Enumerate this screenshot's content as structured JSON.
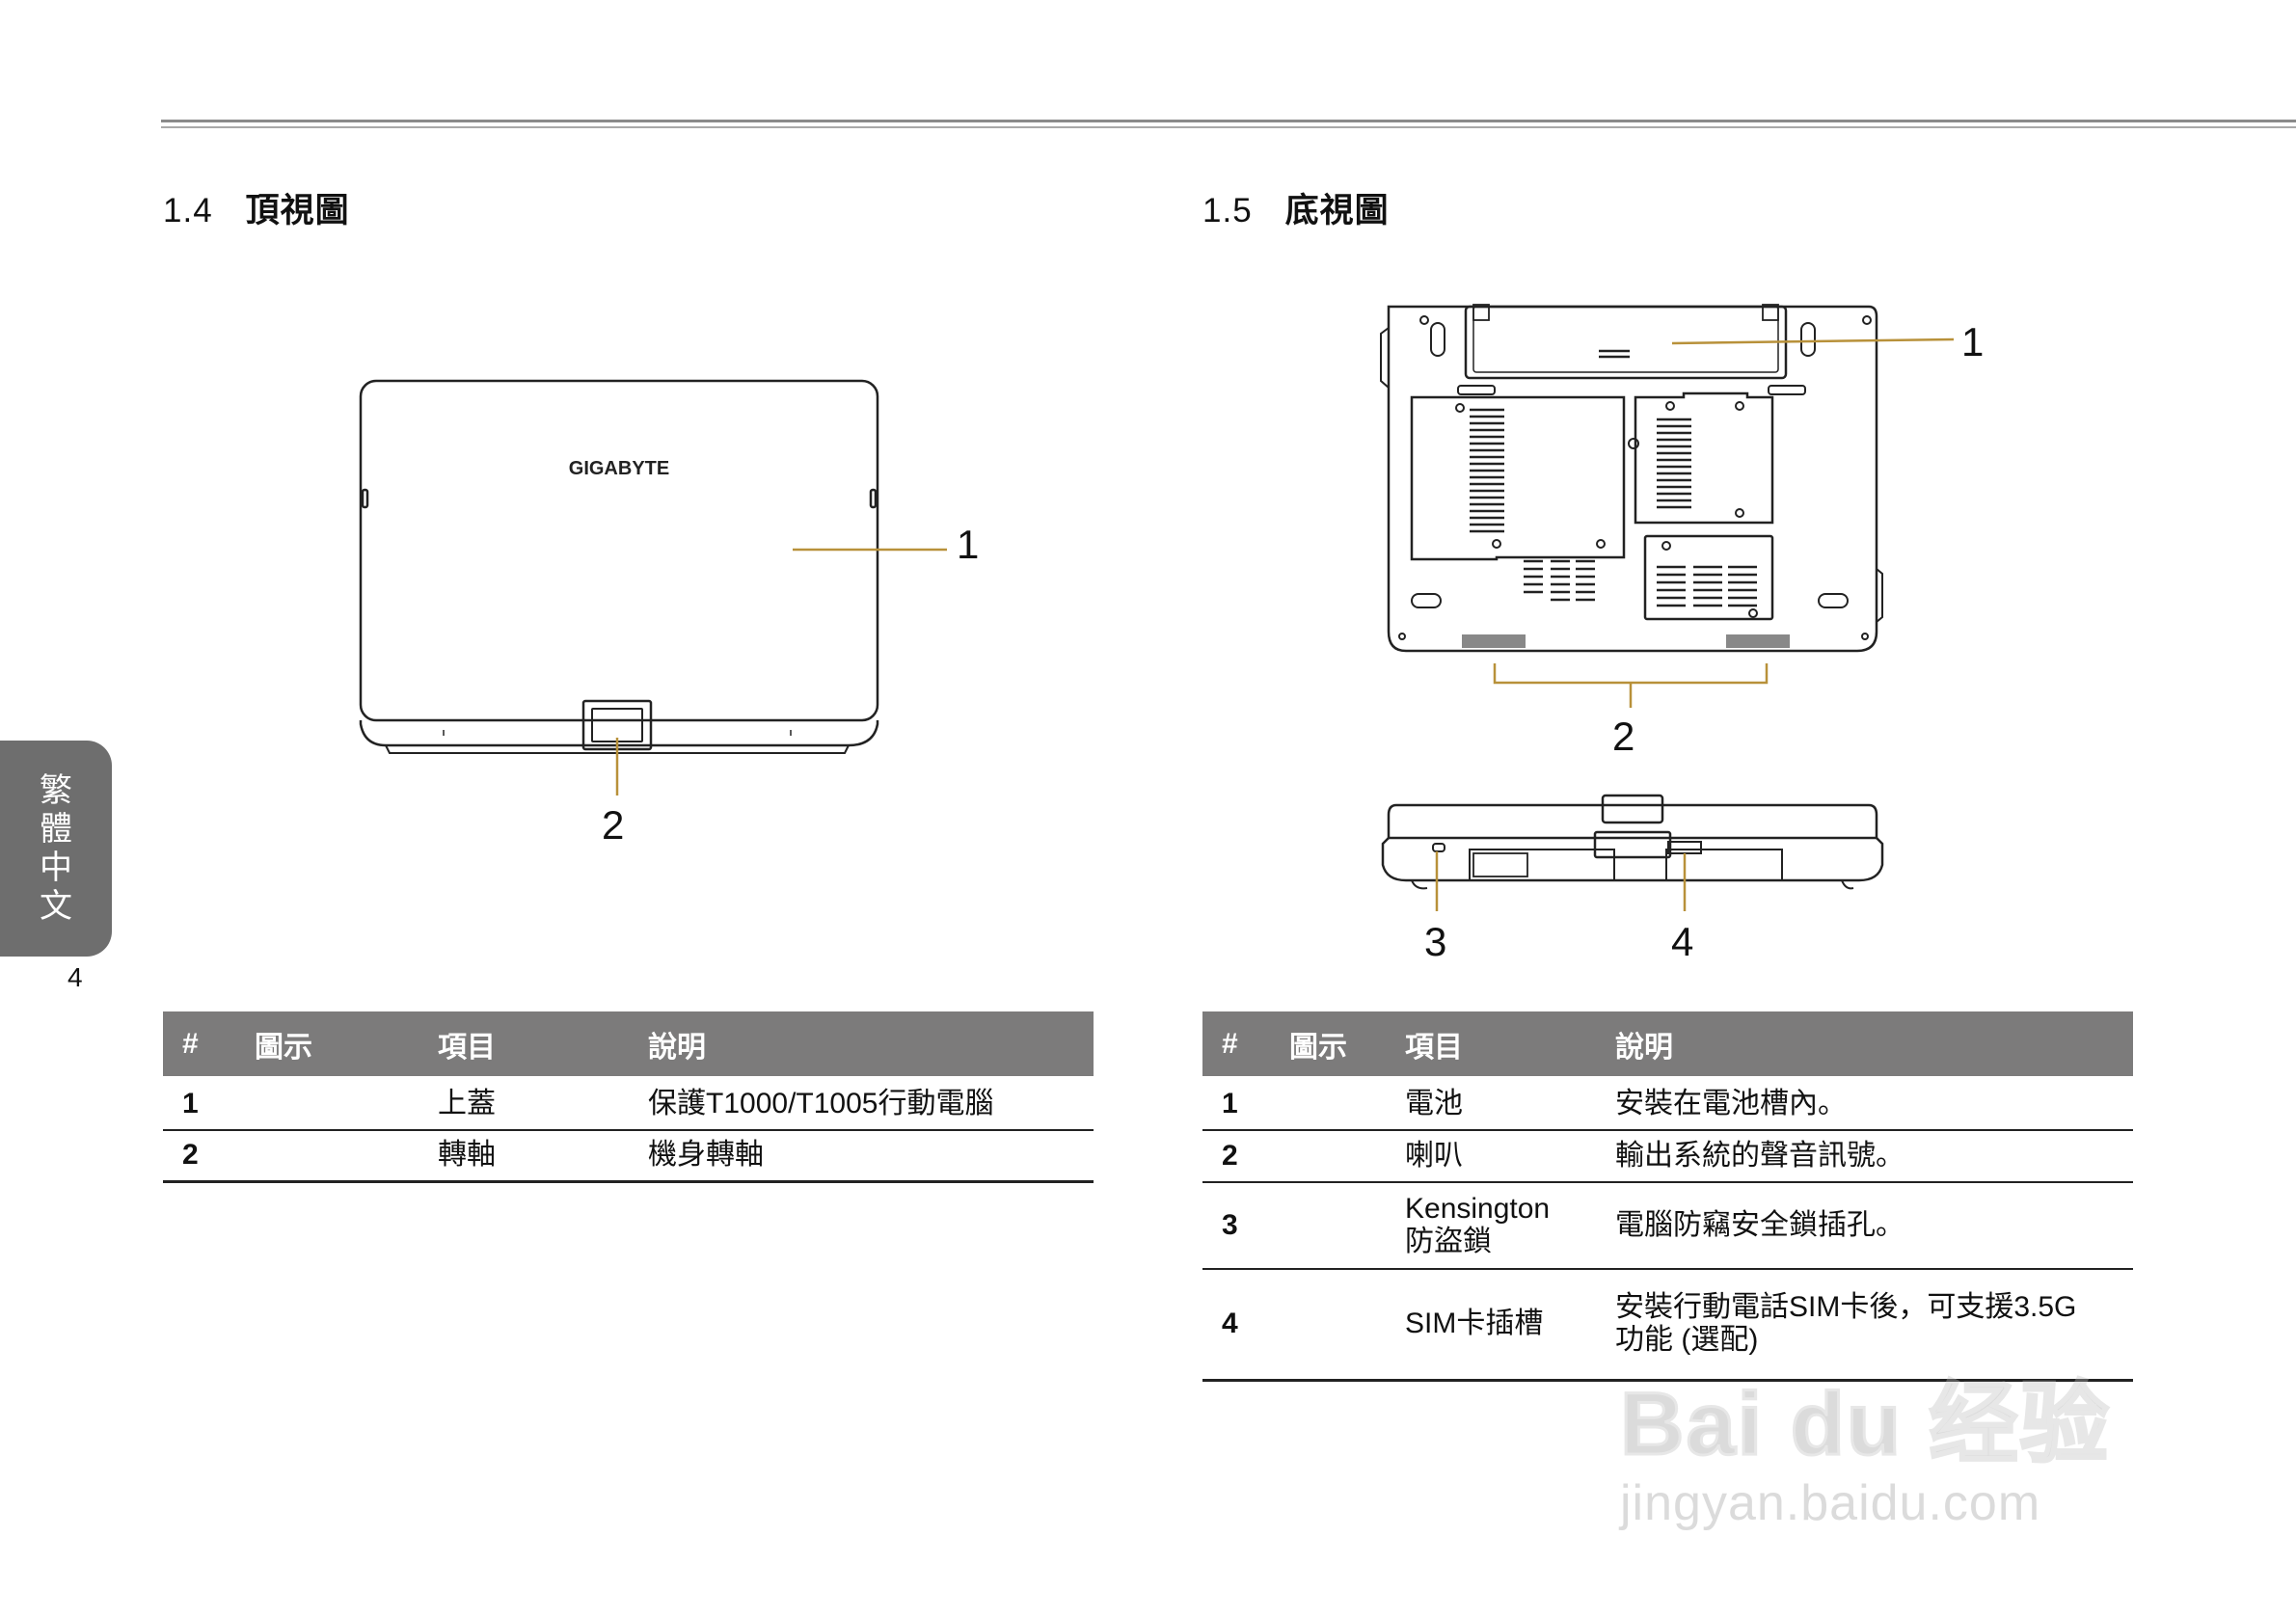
{
  "sections": {
    "top": {
      "number": "1.4",
      "title": "頂視圖"
    },
    "bottom": {
      "number": "1.5",
      "title": "底視圖"
    }
  },
  "side_tab": {
    "chars": [
      "繁",
      "體",
      "中",
      "文"
    ]
  },
  "page_number": "4",
  "figure_top": {
    "logo": "GIGABYTE",
    "callouts": [
      "1",
      "2"
    ]
  },
  "figure_bottom": {
    "callouts": [
      "1",
      "2",
      "3",
      "4"
    ]
  },
  "table_top": {
    "headers": [
      "#",
      "圖示",
      "項目",
      "說明"
    ],
    "rows": [
      {
        "num": "1",
        "icon": "",
        "item": "上蓋",
        "desc": "保護T1000/T1005行動電腦"
      },
      {
        "num": "2",
        "icon": "",
        "item": "轉軸",
        "desc": "機身轉軸"
      }
    ]
  },
  "table_bottom": {
    "headers": [
      "#",
      "圖示",
      "項目",
      "說明"
    ],
    "rows": [
      {
        "num": "1",
        "icon": "",
        "item_l1": "電池",
        "item_l2": "",
        "desc_l1": "安裝在電池槽內。",
        "desc_l2": ""
      },
      {
        "num": "2",
        "icon": "",
        "item_l1": "喇叭",
        "item_l2": "",
        "desc_l1": "輸出系統的聲音訊號。",
        "desc_l2": ""
      },
      {
        "num": "3",
        "icon": "",
        "item_l1": "Kensington",
        "item_l2": "防盜鎖",
        "desc_l1": "電腦防竊安全鎖插孔。",
        "desc_l2": ""
      },
      {
        "num": "4",
        "icon": "",
        "item_l1": "SIM卡插槽",
        "item_l2": "",
        "desc_l1": "安裝行動電話SIM卡後，可支援3.5G",
        "desc_l2": "功能 (選配)"
      }
    ]
  },
  "watermark": {
    "line1": "Bai du 经验",
    "line2": "jingyan.baidu.com"
  },
  "colors": {
    "header_bg": "#7c7b7b",
    "callout_line": "#b8913a",
    "side_tab": "#6e6e6e"
  }
}
